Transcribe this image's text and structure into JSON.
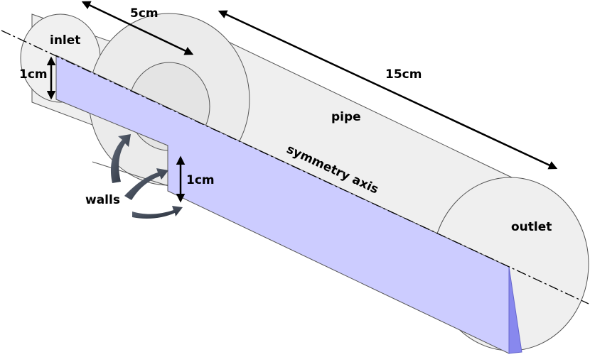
{
  "labels": {
    "inlet": "inlet",
    "inlet_height": "1cm",
    "step_length": "5cm",
    "pipe_length": "15cm",
    "pipe": "pipe",
    "axis": "symmetry axis",
    "walls": "walls",
    "step_height": "1cm",
    "outlet": "outlet"
  },
  "colors": {
    "pipe_fill": "#efefef",
    "pipe_stroke": "#555555",
    "plane_fill": "#ccccff",
    "plane_dark": "#8888ee",
    "arrow_dark": "#2e3744",
    "dimension": "#000000"
  },
  "icons": {
    "wall_pointer": "curved-arrow-icon",
    "dimension_arrow": "double-headed-arrow-icon"
  }
}
